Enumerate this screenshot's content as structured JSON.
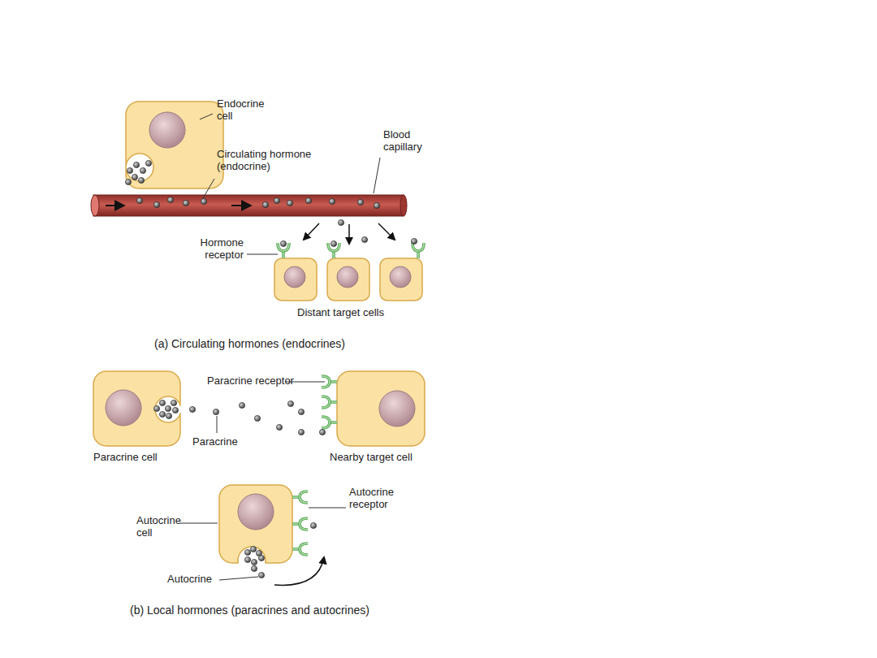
{
  "diagram": {
    "labels": [
      "Endocrine cell",
      "Blood capillary",
      "Circulating hormone (endocrine)",
      "Hormone receptor",
      "Distant target cells",
      "(a) Circulating hormones (endocrines)",
      "Paracrine receptor",
      "Paracrine",
      "Paracrine cell",
      "Nearby target cell",
      "Autocrine receptor",
      "Autocrine cell",
      "Autocrine",
      "(b) Local hormones (paracrines and autocrines)"
    ]
  }
}
